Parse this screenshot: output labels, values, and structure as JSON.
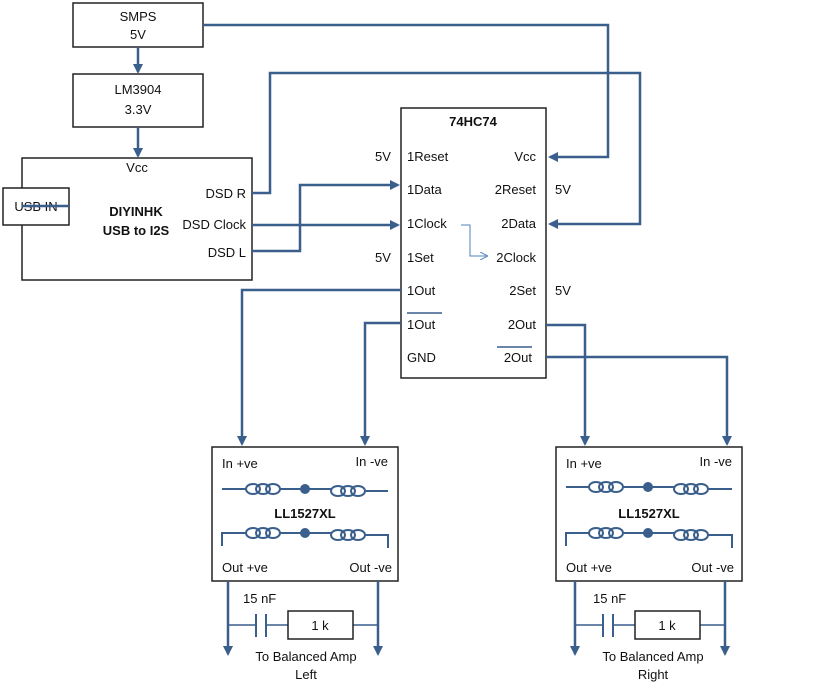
{
  "colors": {
    "wire": "#3a5f8c",
    "box_stroke": "#222222",
    "text": "#111111",
    "coil": "#3a5f8c",
    "feedback_arrow": "#4f81bd"
  },
  "smps": {
    "line1": "SMPS",
    "line2": "5V"
  },
  "regulator": {
    "line1": "LM3904",
    "line2": "3.3V"
  },
  "usb_in": {
    "label": "USB IN"
  },
  "diyinhk": {
    "title1": "DIYINHK",
    "title2": "USB to I2S",
    "vcc": "Vcc",
    "dsd_r": "DSD R",
    "dsd_clock": "DSD Clock",
    "dsd_l": "DSD L"
  },
  "flipflop": {
    "title": "74HC74",
    "left_pins": [
      "1Reset",
      "1Data",
      "1Clock",
      "1Set",
      "1Out",
      "1Out",
      "GND"
    ],
    "right_pins": [
      "Vcc",
      "2Reset",
      "2Data",
      "2Clock",
      "2Set",
      "2Out",
      "2Out"
    ],
    "left_ext": {
      "reset": "5V",
      "set": "5V"
    },
    "right_ext": {
      "reset": "5V",
      "set": "5V"
    }
  },
  "transformers": [
    {
      "label": "LL1527XL",
      "in_pos": "In +ve",
      "in_neg": "In -ve",
      "out_pos": "Out +ve",
      "out_neg": "Out -ve",
      "cap": "15 nF",
      "res": "1 k",
      "dest1": "To Balanced Amp",
      "dest2": "Left"
    },
    {
      "label": "LL1527XL",
      "in_pos": "In +ve",
      "in_neg": "In -ve",
      "out_pos": "Out +ve",
      "out_neg": "Out -ve",
      "cap": "15 nF",
      "res": "1 k",
      "dest1": "To Balanced Amp",
      "dest2": "Right"
    }
  ]
}
